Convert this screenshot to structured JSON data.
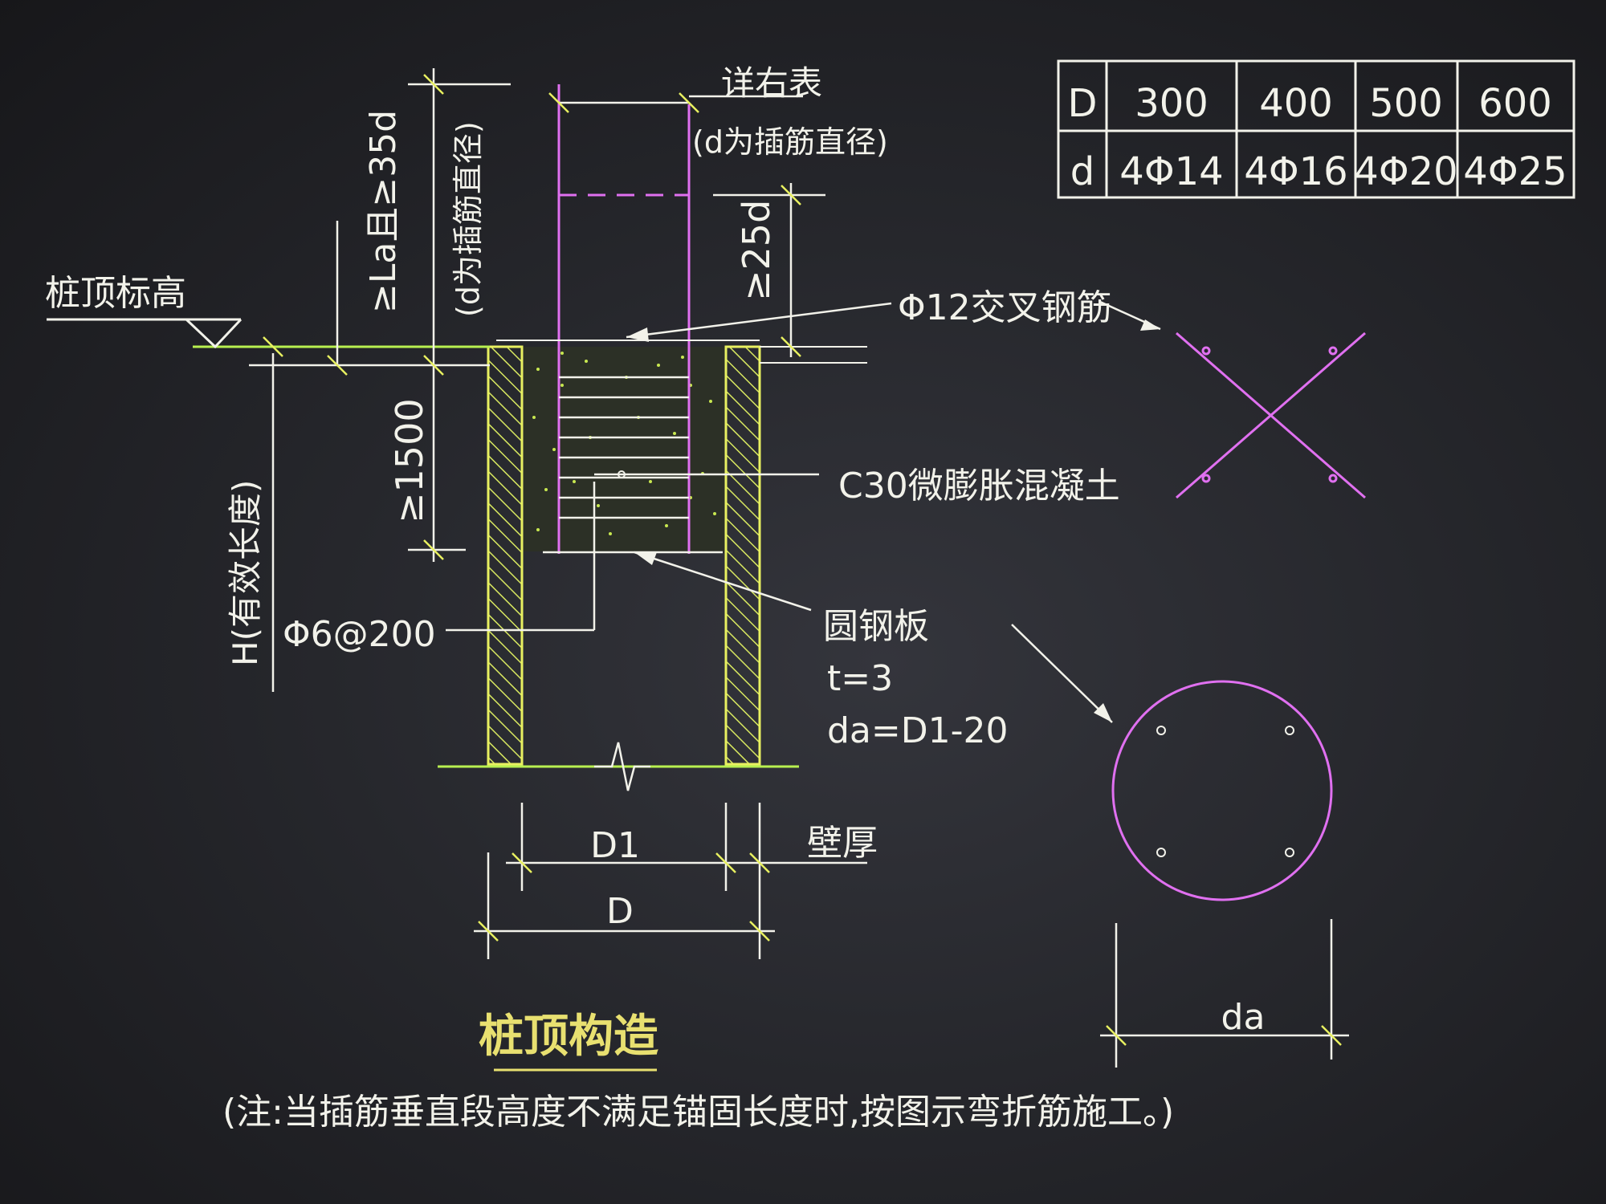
{
  "table": {
    "header": [
      "D",
      "300",
      "400",
      "500",
      "600"
    ],
    "row": [
      "d",
      "4Φ14",
      "4Φ16",
      "4Φ20",
      "4Φ25"
    ]
  },
  "labels": {
    "detail_ref": "详右表",
    "d_note_top": "(d为插筋直径)",
    "anchor_len": "≥La且≥35d",
    "d_note_side": "(d为插筋直径)",
    "ge25d": "≥25d",
    "pile_top_elev": "桩顶标高",
    "cross_bar": "Φ12交叉钢筋",
    "concrete": "C30微膨胀混凝土",
    "ge1500": "≥1500",
    "effective_len": "H(有效长度)",
    "stirrup": "Φ6@200",
    "round_plate": "圆钢板",
    "plate_t": "t=3",
    "plate_da": "da=D1-20",
    "wall_thick": "壁厚",
    "dim_D1": "D1",
    "dim_D": "D",
    "dim_da": "da",
    "title": "桩顶构造",
    "note": "(注:当插筋垂直段高度不满足锚固长度时,按图示弯折筋施工。)"
  },
  "colors": {
    "background": "#26272c",
    "line_white": "#f2f2ea",
    "line_yellow": "#e8f060",
    "line_magenta": "#e070f0",
    "text_title": "#e8e070",
    "line_green": "#b8f050"
  }
}
